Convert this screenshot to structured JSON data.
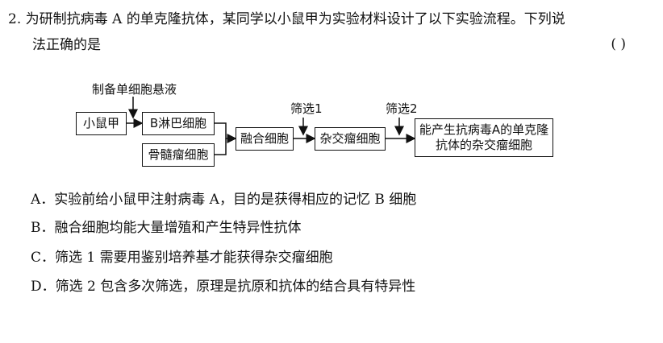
{
  "question": {
    "line1": "2. 为研制抗病毒 A 的单克隆抗体，某同学以小鼠甲为实验材料设计了以下实验流程。下列说",
    "line2": "法正确的是",
    "answer_paren": "(      )"
  },
  "diagram": {
    "prep_label": "制备单细胞悬液",
    "screen1_label": "筛选1",
    "screen2_label": "筛选2",
    "mouse_box": "小鼠甲",
    "bcell_box": "B淋巴细胞",
    "myeloma_box": "骨髓瘤细胞",
    "fusion_box": "融合细胞",
    "hybrid_box": "杂交瘤细胞",
    "final_box": "能产生抗病毒A的单克隆\n抗体的杂交瘤细胞"
  },
  "options": [
    "A．实验前给小鼠甲注射病毒 A，目的是获得相应的记忆 B 细胞",
    "B．融合细胞均能大量增殖和产生特异性抗体",
    "C．筛选 1 需要用鉴别培养基才能获得杂交瘤细胞",
    "D．筛选 2 包含多次筛选，原理是抗原和抗体的结合具有特异性"
  ]
}
